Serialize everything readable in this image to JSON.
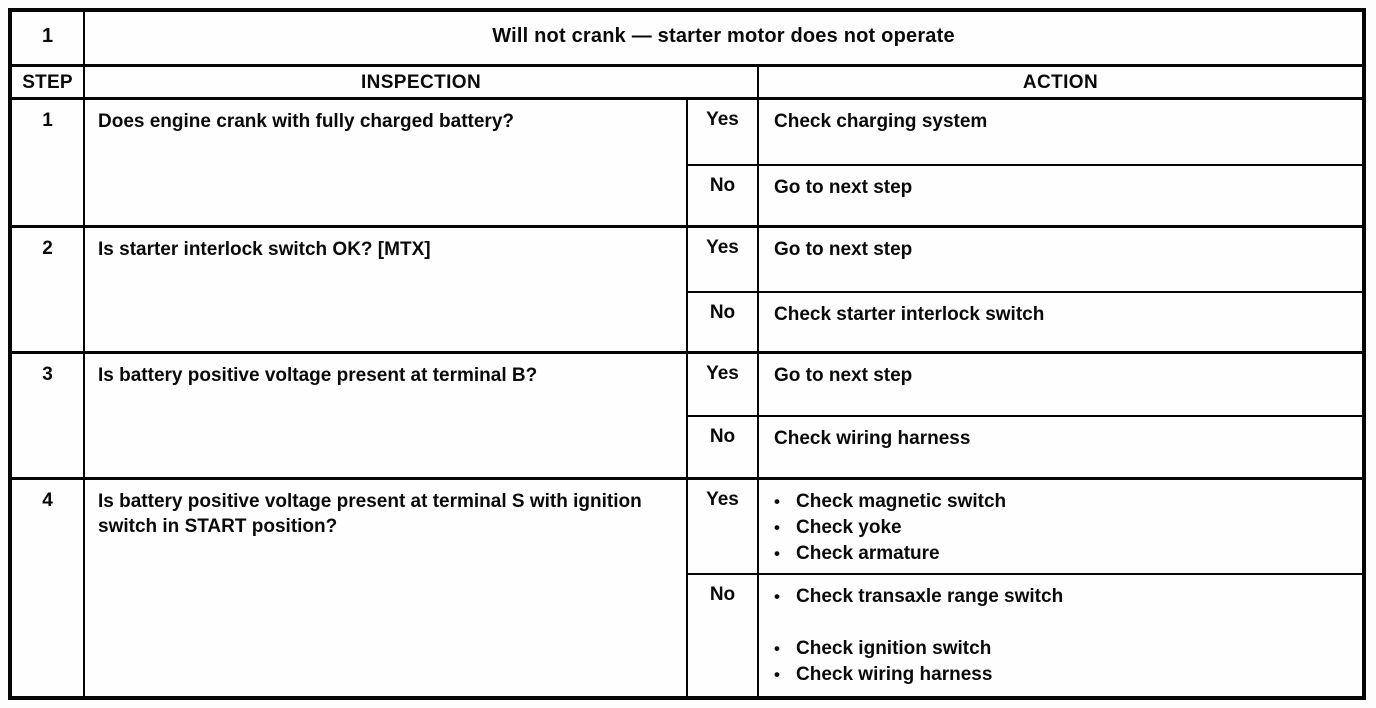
{
  "table": {
    "number": "1",
    "title": "Will not crank — starter motor does not operate",
    "headers": {
      "step": "STEP",
      "inspection": "INSPECTION",
      "action": "ACTION"
    },
    "bullet_char": "•",
    "steps": [
      {
        "step": "1",
        "inspection": "Does engine crank with fully charged battery?",
        "branches": [
          {
            "answer": "Yes",
            "bulleted": false,
            "actions": [
              "Check charging system"
            ]
          },
          {
            "answer": "No",
            "bulleted": false,
            "actions": [
              "Go to next step"
            ]
          }
        ]
      },
      {
        "step": "2",
        "inspection": "Is starter interlock switch OK? [MTX]",
        "branches": [
          {
            "answer": "Yes",
            "bulleted": false,
            "actions": [
              "Go to next step"
            ]
          },
          {
            "answer": "No",
            "bulleted": false,
            "actions": [
              "Check starter interlock switch"
            ]
          }
        ]
      },
      {
        "step": "3",
        "inspection": "Is battery positive voltage present at terminal B?",
        "branches": [
          {
            "answer": "Yes",
            "bulleted": false,
            "actions": [
              "Go to next step"
            ]
          },
          {
            "answer": "No",
            "bulleted": false,
            "actions": [
              "Check wiring harness"
            ]
          }
        ]
      },
      {
        "step": "4",
        "inspection": "Is battery positive voltage present at terminal S with ignition switch in START position?",
        "branches": [
          {
            "answer": "Yes",
            "bulleted": true,
            "actions": [
              "Check magnetic switch",
              "Check yoke",
              "Check armature"
            ]
          },
          {
            "answer": "No",
            "bulleted": true,
            "actions": [
              "Check transaxle range switch",
              "",
              "Check ignition switch",
              "Check wiring harness"
            ]
          }
        ]
      }
    ]
  }
}
